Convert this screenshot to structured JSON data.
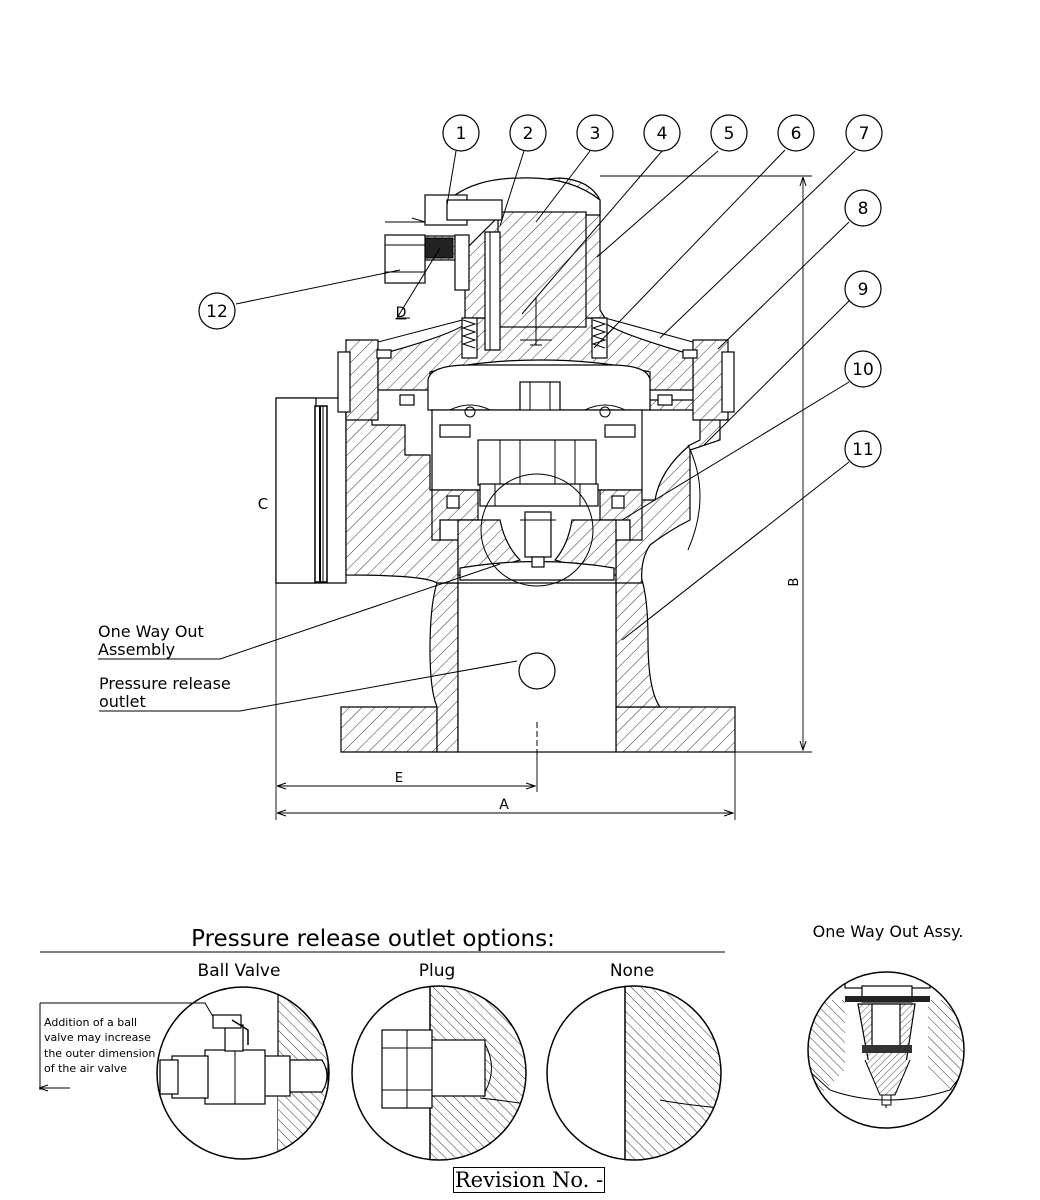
{
  "balloons": [
    {
      "id": "balloon-1",
      "label": "1"
    },
    {
      "id": "balloon-2",
      "label": "2"
    },
    {
      "id": "balloon-3",
      "label": "3"
    },
    {
      "id": "balloon-4",
      "label": "4"
    },
    {
      "id": "balloon-5",
      "label": "5"
    },
    {
      "id": "balloon-6",
      "label": "6"
    },
    {
      "id": "balloon-7",
      "label": "7"
    },
    {
      "id": "balloon-8",
      "label": "8"
    },
    {
      "id": "balloon-9",
      "label": "9"
    },
    {
      "id": "balloon-10",
      "label": "10"
    },
    {
      "id": "balloon-11",
      "label": "11"
    },
    {
      "id": "balloon-12",
      "label": "12"
    }
  ],
  "dimensions": {
    "a": "A",
    "b": "B",
    "c": "C",
    "d": "D",
    "e": "E"
  },
  "callouts": {
    "one_way_out_line1": "One Way Out",
    "one_way_out_line2": "Assembly",
    "pressure_release_line1": "Pressure release",
    "pressure_release_line2": "outlet"
  },
  "options": {
    "heading": "Pressure release outlet options:",
    "ball_valve": "Ball Valve",
    "plug": "Plug",
    "none": "None",
    "note_lines": [
      "Addition of a ball",
      "valve may increase",
      "the outer dimension",
      "of the air valve"
    ]
  },
  "one_way_out_assy": {
    "title": "One Way Out Assy."
  },
  "revision": "Revision No. -"
}
